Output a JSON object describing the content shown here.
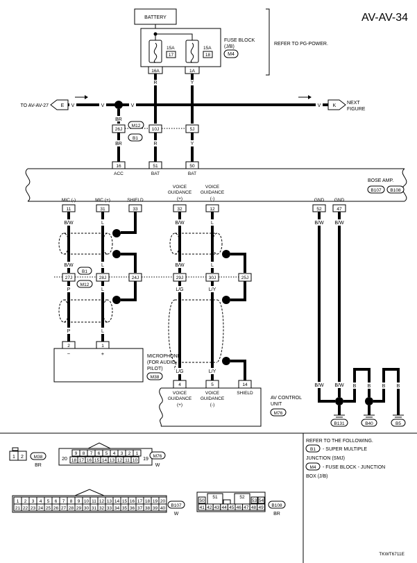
{
  "page_id": "AV-AV-34",
  "image_code": "TKWT6711E",
  "battery": "BATTERY",
  "fuse_block": {
    "label_l1": "FUSE BLOCK",
    "label_l2": "(J/B)",
    "connector": "M4",
    "refer": "REFER TO PG-POWER.",
    "fuses": [
      {
        "amp": "15A",
        "num": "17",
        "term": "16A"
      },
      {
        "amp": "15A",
        "num": "18",
        "term": "1A"
      }
    ]
  },
  "left_ref": "TO AV-AV-27",
  "left_marker": "E",
  "right_ref_l1": "NEXT",
  "right_ref_l2": "FIGURE",
  "right_marker": "K",
  "top_wires": {
    "v": "V",
    "br": "BR",
    "r": "R",
    "y": "Y"
  },
  "junction_top": {
    "m12": "M12",
    "b1": "B1",
    "terms": [
      "26J",
      "10J",
      "5J"
    ]
  },
  "bose": {
    "label": "BOSE AMP.",
    "conn1": "B107",
    "conn2": "B108",
    "top_pins": [
      {
        "num": "16",
        "name": "ACC"
      },
      {
        "num": "51",
        "name": "BAT"
      },
      {
        "num": "50",
        "name": "BAT"
      }
    ],
    "bottom_pins": [
      {
        "num": "11",
        "name": "MIC (-)"
      },
      {
        "num": "31",
        "name": "MIC (+)"
      },
      {
        "num": "33",
        "name": "SHIELD"
      },
      {
        "num": "32",
        "name_l1": "VOICE",
        "name_l2": "GUIDANCE",
        "name_l3": "(+)"
      },
      {
        "num": "12",
        "name_l1": "VOICE",
        "name_l2": "GUIDANCE",
        "name_l3": "(-)"
      },
      {
        "num": "52",
        "name": "GND"
      },
      {
        "num": "47",
        "name": "GND"
      }
    ]
  },
  "wire_colors": {
    "bw": "B/W",
    "l": "L",
    "p": "P",
    "lg": "L/G",
    "ly": "L/Y",
    "b": "B"
  },
  "junction_mid": {
    "b1": "B1",
    "m12": "M12",
    "terms": [
      "27J",
      "28J",
      "24J",
      "29J",
      "30J",
      "25J"
    ]
  },
  "microphone": {
    "pins": [
      "2",
      "1"
    ],
    "minus": "−",
    "plus": "+",
    "l1": "MICROPHONE",
    "l2": "(FOR AUDIO",
    "l3": "PILOT)",
    "conn": "M38"
  },
  "av_unit": {
    "label_l1": "AV CONTROL",
    "label_l2": "UNIT",
    "conn": "M76",
    "pins": [
      {
        "num": "4",
        "l1": "VOICE",
        "l2": "GUIDANCE",
        "l3": "(+)"
      },
      {
        "num": "5",
        "l1": "VOICE",
        "l2": "GUIDANCE",
        "l3": "(-)"
      },
      {
        "num": "14",
        "l1": "SHIELD"
      }
    ]
  },
  "grounds": [
    "B131",
    "B40",
    "B5"
  ],
  "legend": {
    "m38": {
      "conn": "M38",
      "color": "BR",
      "pins": [
        "1",
        "2"
      ]
    },
    "m76": {
      "conn": "M76",
      "color": "W",
      "top": [
        "9",
        "8",
        "7",
        "6",
        "5",
        "4",
        "3",
        "2",
        "1"
      ],
      "left": "20",
      "bottom": [
        "18",
        "17",
        "16",
        "15",
        "14",
        "13",
        "12",
        "11",
        "10"
      ],
      "right": "19"
    },
    "b107": {
      "conn": "B107",
      "color": "W",
      "row1": [
        "1",
        "2",
        "3",
        "4",
        "5",
        "6",
        "7",
        "8",
        "9",
        "10",
        "11",
        "12",
        "13",
        "14",
        "15",
        "16",
        "17",
        "18",
        "19",
        "20"
      ],
      "row2": [
        "21",
        "22",
        "23",
        "24",
        "25",
        "26",
        "27",
        "28",
        "29",
        "30",
        "31",
        "32",
        "33",
        "34",
        "35",
        "36",
        "37",
        "38",
        "39",
        "40"
      ]
    },
    "b108": {
      "conn": "B108",
      "color": "BR",
      "top": [
        "50",
        "51",
        "52",
        "53",
        "54"
      ],
      "bottom": [
        "41",
        "42",
        "43",
        "44",
        "45",
        "46",
        "47",
        "48",
        "49"
      ]
    }
  },
  "refer": {
    "title": "REFER TO THE FOLLOWING.",
    "b1_conn": "B1",
    "b1_l1": "- SUPER MULTIPLE",
    "b1_l2": "JUNCTION (SMJ)",
    "m4_conn": "M4",
    "m4_l1": "- FUSE BLOCK - JUNCTION",
    "m4_l2": "BOX (J/B)"
  }
}
